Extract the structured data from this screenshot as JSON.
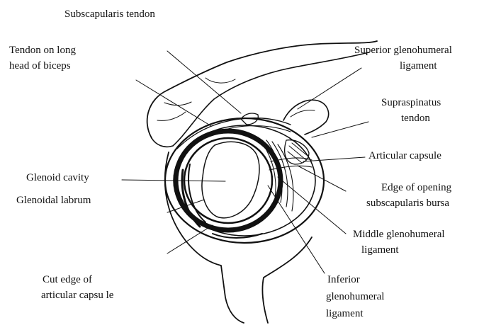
{
  "figure": {
    "labels": {
      "subscapularis_tendon": "Subscapularis tendon",
      "long_head_biceps_1": "Tendon on long",
      "long_head_biceps_2": "head of biceps",
      "superior_gh_1": "Superior glenohumeral",
      "superior_gh_2": "ligament",
      "supraspinatus_1": "Supraspinatus",
      "supraspinatus_2": "tendon",
      "articular_capsule": "Articular capsule",
      "glenoid_cavity": "Glenoid cavity",
      "edge_opening_1": "Edge of opening",
      "edge_opening_2": "subscapularis bursa",
      "glenoidal_labrum": "Glenoidal labrum",
      "middle_gh_1": "Middle glenohumeral",
      "middle_gh_2": "ligament",
      "cut_edge_1": "Cut edge of",
      "cut_edge_2": "articular capsu le",
      "inferior_gh_1": "Inferior",
      "inferior_gh_2": "glenohumeral",
      "inferior_gh_3": "ligament"
    },
    "colors": {
      "ink": "#111111",
      "background": "#ffffff"
    }
  }
}
